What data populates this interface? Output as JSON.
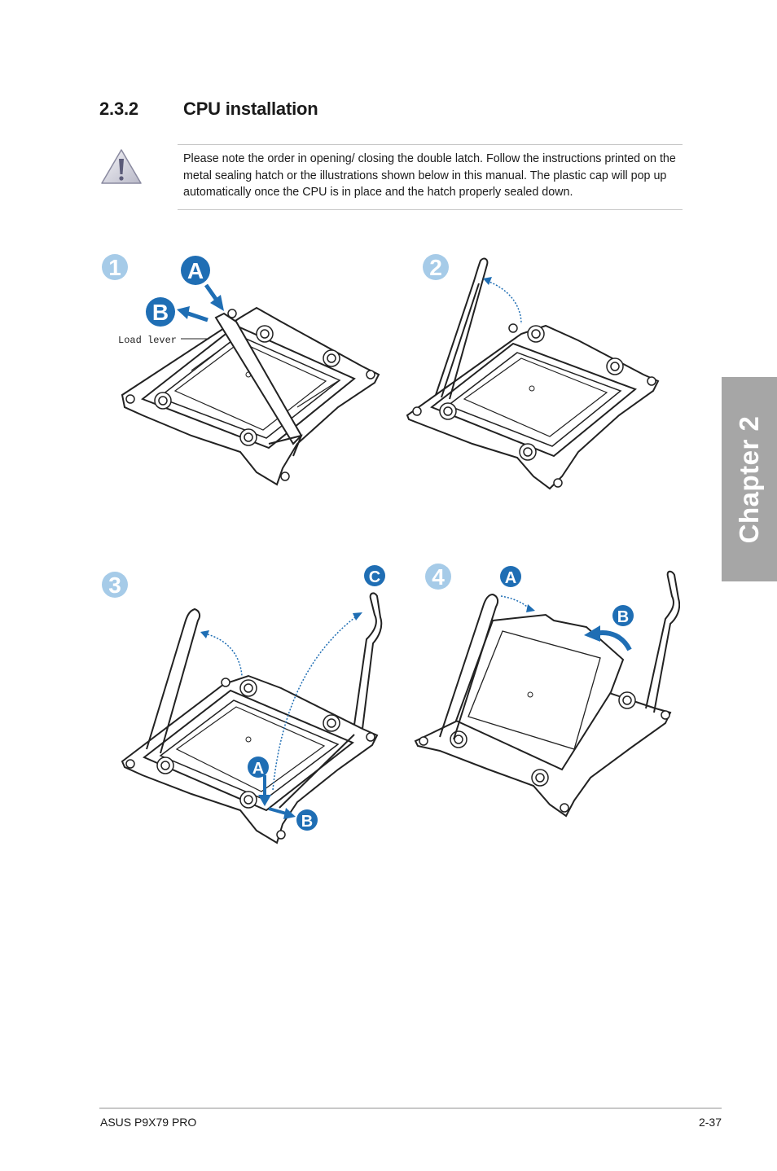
{
  "section": {
    "number": "2.3.2",
    "title": "CPU installation"
  },
  "note": {
    "icon": "warning-icon",
    "text": "Please note the order in opening/ closing the double latch. Follow the instructions printed on the metal sealing hatch or the illustrations shown below in this manual. The plastic cap will pop up automatically once the CPU is in place and the hatch properly sealed down."
  },
  "side_tab": {
    "label": "Chapter 2"
  },
  "figures": [
    {
      "step": "1",
      "callouts": [
        "A",
        "B"
      ],
      "annotation": "Load lever"
    },
    {
      "step": "2",
      "callouts": []
    },
    {
      "step": "3",
      "callouts": [
        "C",
        "A",
        "B"
      ]
    },
    {
      "step": "4",
      "callouts": [
        "A",
        "B"
      ]
    }
  ],
  "colors": {
    "callout": "#1f6eb4",
    "step": "#a6cbe8",
    "tab": "#a6a6a6"
  },
  "footer": {
    "left": "ASUS P9X79 PRO",
    "right": "2-37"
  }
}
